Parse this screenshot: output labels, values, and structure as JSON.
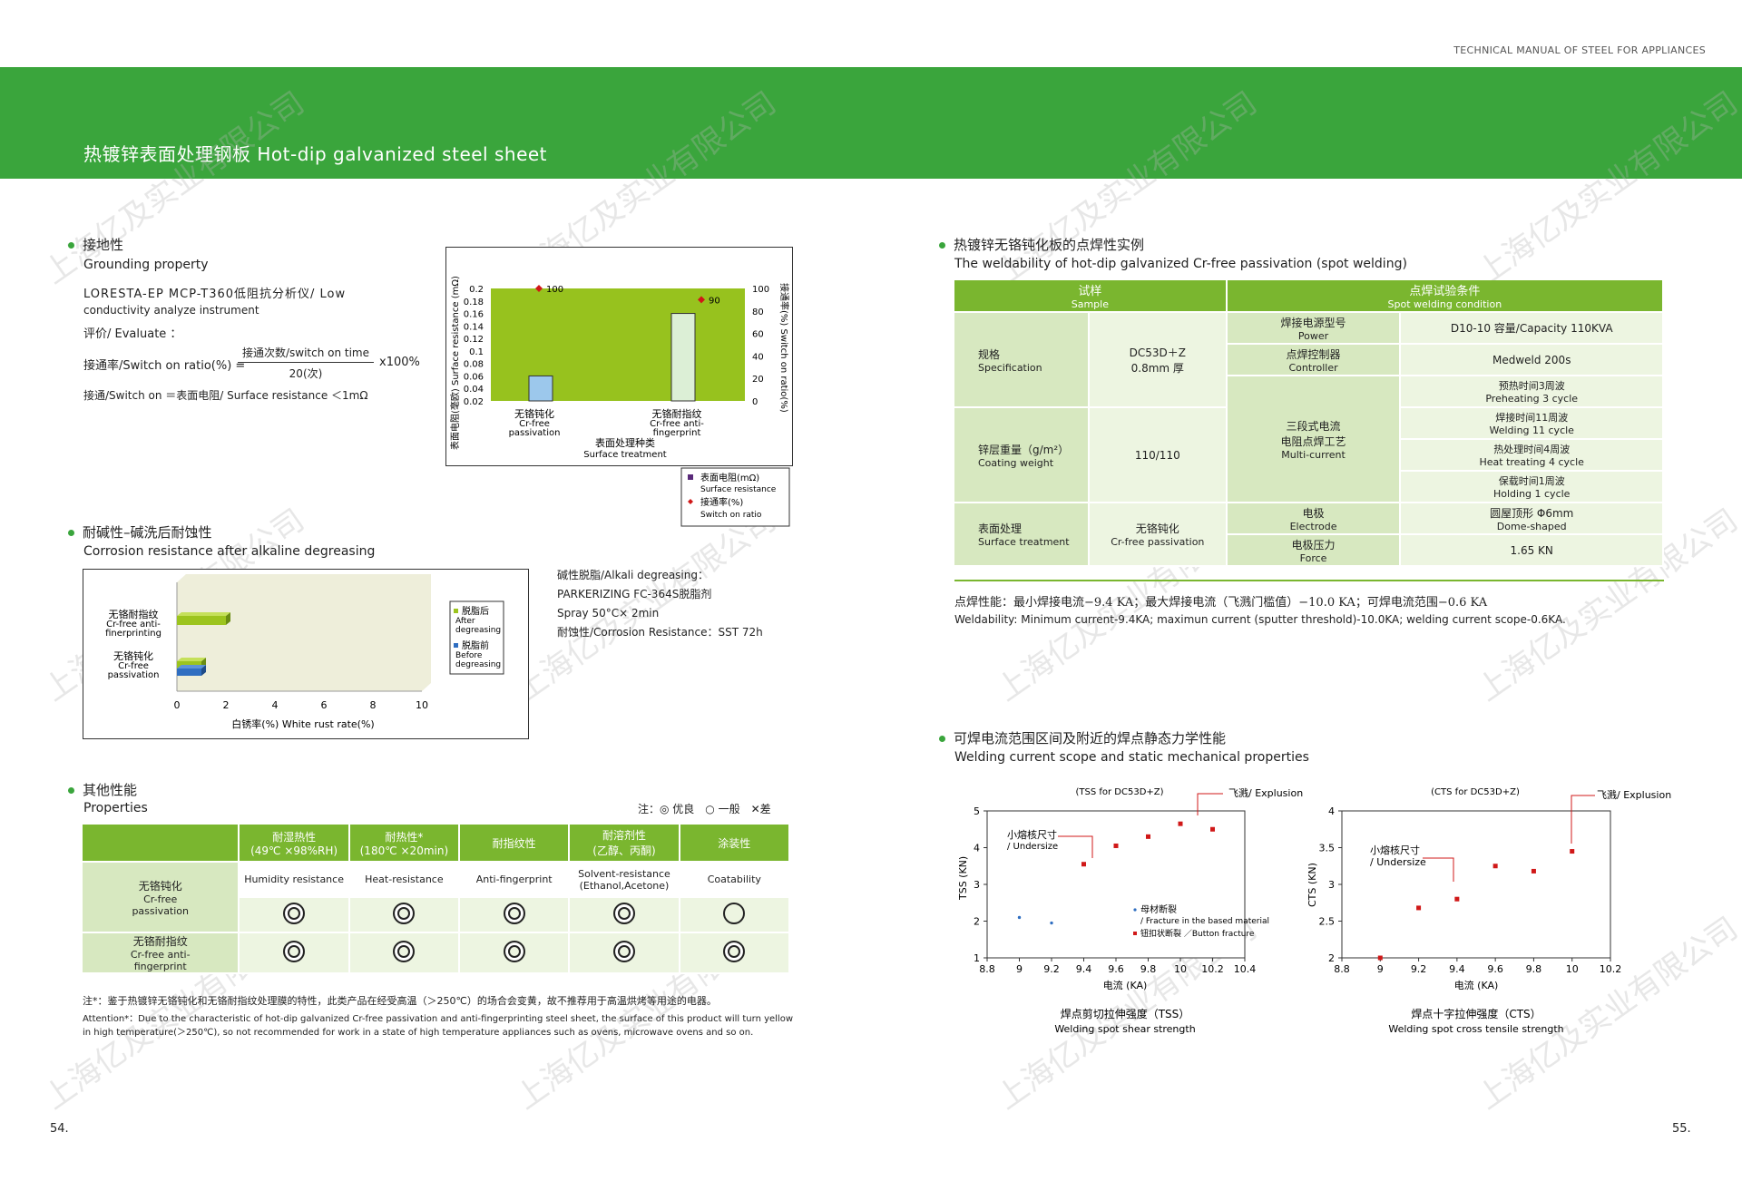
{
  "header": {
    "manual_title": "TECHNICAL MANUAL OF STEEL FOR APPLIANCES"
  },
  "banner": {
    "title": "热镀锌表面处理钢板 Hot-dip galvanized steel sheet"
  },
  "watermark": "上海亿及实业有限公司",
  "grounding": {
    "title_cn": "接地性",
    "title_en": "Grounding property",
    "instrument": "LORESTA-EP MCP-T360低阻抗分析仪/ Low",
    "instrument2": "conductivity analyze instrument",
    "evaluate": "评价/ Evaluate ：",
    "formula_left": "接通率/Switch on ratio(%) =",
    "numerator": "接通次数/switch on time",
    "denominator": "20(次)",
    "formula_right": "x100%",
    "switch_on": "接通/Switch on ＝表面电阻/ Surface resistance ＜1mΩ"
  },
  "chart_data": [
    {
      "type": "bar",
      "categories": [
        "无铬钝化 Cr-free passivation",
        "无铬耐指纹 Cr-free anti-fingerprint"
      ],
      "series": [
        {
          "name": "表面电阻(mΩ) Surface resistance",
          "values": [
            0.06,
            0.16
          ]
        },
        {
          "name": "接通率(%) Switch on ratio",
          "values": [
            100,
            90
          ]
        }
      ],
      "ylabel_left": "表面电阻(毫欧) Surface resistance (mΩ)",
      "ylabel_right": "接通率(%) Switch on ratio(%)",
      "xlabel": "表面处理种类 Surface treatment",
      "ylim_left": [
        0.02,
        0.2
      ],
      "ylim_right": [
        0,
        100
      ],
      "left_ticks": [
        "0.2",
        "0.18",
        "0.16",
        "0.14",
        "0.12",
        "0.1",
        "0.08",
        "0.06",
        "0.04",
        "0.02"
      ],
      "right_ticks": [
        "100",
        "80",
        "60",
        "40",
        "20",
        "0"
      ],
      "point_labels": [
        "100",
        "90"
      ],
      "cat1": [
        "无铬钝化",
        "Cr-free",
        "passivation"
      ],
      "cat2": [
        "无铬耐指纹",
        "Cr-free anti-",
        "fingerprint"
      ],
      "xlab1": "表面处理种类",
      "xlab2": "Surface treatment",
      "leg1a": "表面电阻(mΩ)",
      "leg1b": "Surface resistance",
      "leg2a": "接通率(%)",
      "leg2b": "Switch on ratio",
      "yl_left": "表面电阻(毫欧) Surface resistance (mΩ)",
      "yl_right": "接通率(%) Switch on ratio(%)"
    },
    {
      "type": "bar",
      "orientation": "horizontal",
      "categories": [
        "无铬耐指纹 Cr-free anti-finerprinting",
        "无铬钝化 Cr-free passivation"
      ],
      "series": [
        {
          "name": "脱脂后 After degreasing",
          "values": [
            2,
            1
          ]
        },
        {
          "name": "脱脂前 Before degreasing",
          "values": [
            0,
            1
          ]
        }
      ],
      "xlabel": "白锈率(%) White rust rate(%)",
      "xlim": [
        0,
        10
      ],
      "ticks": [
        "0",
        "2",
        "4",
        "6",
        "8",
        "10"
      ],
      "c1": [
        "无铬耐指纹",
        "Cr-free anti-",
        "finerprinting"
      ],
      "c2": [
        "无铬钝化",
        "Cr-free",
        "passivation"
      ],
      "la": [
        "脱脂后",
        "After",
        "degreasing"
      ],
      "lb": [
        "脱脂前",
        "Before",
        "degreasing"
      ]
    },
    {
      "type": "scatter",
      "title": "(TSS for DC53D+Z)",
      "xlabel": "电流 (KA)",
      "ylabel": "TSS (KN)",
      "xlim": [
        8.8,
        10.4
      ],
      "ylim": [
        1,
        5
      ],
      "xticks": [
        "8.8",
        "9",
        "9.2",
        "9.4",
        "9.6",
        "9.8",
        "10",
        "10.2",
        "10.4"
      ],
      "yticks": [
        "5",
        "4",
        "3",
        "2",
        "1"
      ],
      "series": [
        {
          "name": "母材断裂 / Fracture in the based material",
          "points": [
            [
              9.0,
              2.1
            ],
            [
              9.2,
              1.95
            ]
          ]
        },
        {
          "name": "钮扣状断裂 / Button fracture",
          "points": [
            [
              9.4,
              3.55
            ],
            [
              9.6,
              4.05
            ],
            [
              9.8,
              4.3
            ],
            [
              10.0,
              4.65
            ],
            [
              10.2,
              4.5
            ]
          ]
        }
      ],
      "annotations": [
        "小熔核尺寸 / Undersize",
        "飞溅/ Explusion"
      ],
      "caption_cn": "焊点剪切拉伸强度（TSS）",
      "caption_en": "Welding spot shear strength",
      "leg1a": "母材断裂",
      "leg1b": "/ Fracture in the based material",
      "leg2": "钮扣状断裂 ／Button fracture",
      "ann1a": "小熔核尺寸",
      "ann1b": "/ Undersize",
      "ann2": "飞溅/ Explusion"
    },
    {
      "type": "scatter",
      "title": "(CTS for DC53D+Z)",
      "xlabel": "电流 (KA)",
      "ylabel": "CTS (KN)",
      "xlim": [
        8.8,
        10.2
      ],
      "ylim": [
        2,
        4
      ],
      "xticks": [
        "8.8",
        "9",
        "9.2",
        "9.4",
        "9.6",
        "9.8",
        "10",
        "10.2"
      ],
      "yticks": [
        "4",
        "3.5",
        "3",
        "2.5",
        "2"
      ],
      "series": [
        {
          "name": "钮扣状断裂",
          "points": [
            [
              9.0,
              2.0
            ],
            [
              9.2,
              2.68
            ],
            [
              9.4,
              2.8
            ],
            [
              9.6,
              3.25
            ],
            [
              9.8,
              3.18
            ],
            [
              10.0,
              3.45
            ]
          ]
        }
      ],
      "annotations": [
        "小熔核尺寸 / Undersize",
        "飞溅/ Explusion"
      ],
      "caption_cn": "焊点十字拉伸强度（CTS）",
      "caption_en": "Welding spot cross tensile strength",
      "ann1a": "小熔核尺寸",
      "ann1b": "/ Undersize",
      "ann2": "飞溅/ Explusion"
    }
  ],
  "corrosion": {
    "title_cn": "耐碱性–碱洗后耐蚀性",
    "title_en": "Corrosion resistance after alkaline degreasing",
    "notes": [
      "碱性脱脂/Alkali degreasing：",
      "PARKERIZING FC-364S脱脂剂",
      "Spray 50°C× 2min",
      "耐蚀性/Corrosion Resistance：SST 72h"
    ]
  },
  "properties": {
    "title_cn": "其他性能",
    "title_en": "Properties",
    "legend": "注：◎ 优良　○ 一般　✕差",
    "columns": [
      {
        "cn": "耐湿热性",
        "cn2": "(49℃ ×98%RH)",
        "en": "Humidity resistance"
      },
      {
        "cn": "耐热性*",
        "cn2": "(180℃ ×20min)",
        "en": "Heat-resistance"
      },
      {
        "cn": "耐指纹性",
        "cn2": "",
        "en": "Anti-fingerprint"
      },
      {
        "cn": "耐溶剂性",
        "cn2": "(乙醇、丙酮)",
        "en": "Solvent-resistance (Ethanol,Acetone)"
      },
      {
        "cn": "涂装性",
        "cn2": "",
        "en": "Coatability"
      }
    ],
    "rows": [
      {
        "cn": "无铬钝化",
        "en": "Cr-free passivation",
        "ratings": [
          "◎",
          "◎",
          "◎",
          "◎",
          "○"
        ]
      },
      {
        "cn": "无铬耐指纹",
        "en": "Cr-free anti-fingerprint",
        "ratings": [
          "◎",
          "◎",
          "◎",
          "◎",
          "◎"
        ]
      }
    ],
    "note_cn": "注*：鉴于热镀锌无铬钝化和无铬耐指纹处理膜的特性，此类产品在经受高温（＞250℃）的场合会变黄，故不推荐用于高温烘烤等用途的电器。",
    "note_en1": "Attention*：Due to the characteristic of hot-dip galvanized Cr-free passivation and anti-fingerprinting steel sheet, the surface of this product will turn yellow",
    "note_en2": "in high temperature(＞250℃), so not recommended for work in a state of high temperature appliances such as ovens, microwave ovens and so on."
  },
  "welding": {
    "title_cn": "热镀锌无铬钝化板的点焊性实例",
    "title_en": "The weldability of hot-dip galvanized Cr-free passivation (spot welding)",
    "sample_cn": "试样",
    "sample_en": "Sample",
    "cond_cn": "点焊试验条件",
    "cond_en": "Spot welding condition",
    "spec_cn": "规格",
    "spec_en": "Specification",
    "spec_val1": "DC53D＋Z",
    "spec_val2": "0.8mm 厚",
    "coat_cn": "锌层重量（g/m²）",
    "coat_en": "Coating weight",
    "coat_val": "110/110",
    "surf_cn": "表面处理",
    "surf_en": "Surface treatment",
    "surf_val1": "无铬钝化",
    "surf_val2": "Cr-free passivation",
    "power_cn": "焊接电源型号",
    "power_en": "Power",
    "power_val": "D10-10 容量/Capacity 110KVA",
    "ctrl_cn": "点焊控制器",
    "ctrl_en": "Controller",
    "ctrl_val": "Medweld 200s",
    "multi_cn1": "三段式电流",
    "multi_cn2": "电阻点焊工艺",
    "multi_en": "Multi-current",
    "pre_cn": "预热时间3周波",
    "pre_en": "Preheating 3 cycle",
    "weld_cn": "焊接时间11周波",
    "weld_en": "Welding 11 cycle",
    "heat_cn": "热处理时间4周波",
    "heat_en": "Heat treating 4 cycle",
    "hold_cn": "保载时间1周波",
    "hold_en": "Holding 1 cycle",
    "elec_cn": "电极",
    "elec_en": "Electrode",
    "elec_val1": "圆屋顶形 Φ6mm",
    "elec_val2": "Dome-shaped",
    "force_cn": "电极压力",
    "force_en": "Force",
    "force_val": "1.65 KN",
    "result_cn": "点焊性能：最小焊接电流−9.4 KA；最大焊接电流（飞溅门槛值）−10.0 KA；可焊电流范围−0.6 KA",
    "result_en": "Weldability: Minimum current-9.4KA; maximun current (sputter threshold)-10.0KA; welding current scope-0.6KA."
  },
  "mech": {
    "title_cn": "可焊电流范围区间及附近的焊点静态力学性能",
    "title_en": "Welding current scope and static mechanical properties"
  },
  "pages": {
    "left": "54.",
    "right": "55."
  }
}
